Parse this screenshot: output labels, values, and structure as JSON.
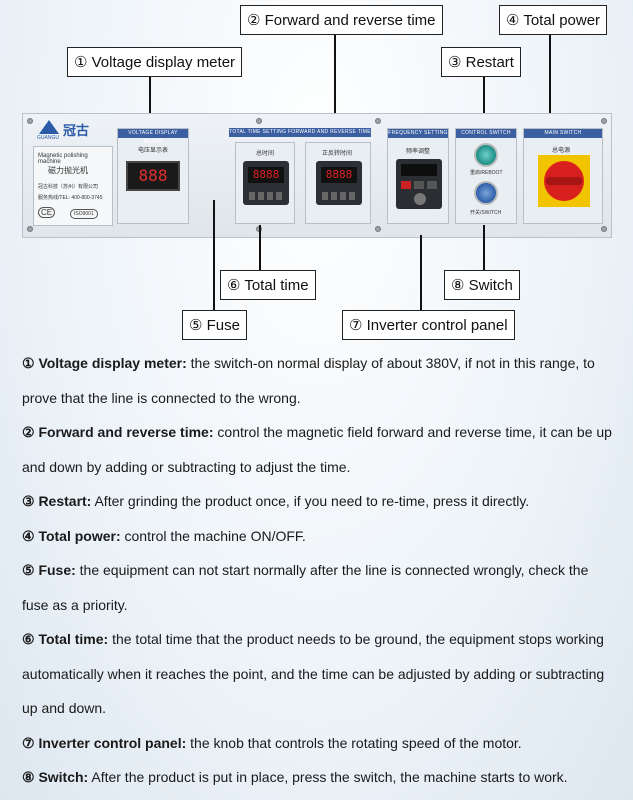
{
  "callouts": {
    "c1": "① Voltage display meter",
    "c2": "② Forward and reverse time",
    "c3": "③  Restart",
    "c4": "④ Total power",
    "c5": "⑤ Fuse",
    "c6": "⑥ Total time",
    "c7": "⑦ Inverter control panel",
    "c8": "⑧ Switch"
  },
  "panel": {
    "brand": "冠古",
    "brand_en": "GUANGU",
    "machine_en": "Magnetic polishing machine",
    "machine_cn": "磁力抛光机",
    "company": "冠古科技（苏州）有限公司",
    "service": "服务热线/TEL: 400-800-3745",
    "cert": "CE",
    "iso": "ISO9001",
    "voltage_title": "VOLTAGE DISPLAY METER",
    "voltage_label": "电压显示表",
    "voltage_display": "888",
    "time_title": "TOTAL TIME SETTING    FORWARD AND REVERSE TIME",
    "total_time_label": "总时间",
    "fr_time_label": "正反转时间",
    "timer_display": "8888",
    "freq_title": "FREQUENCY SETTING",
    "freq_label": "频率调整",
    "control_title": "CONTROL SWITCH",
    "reboot_label": "重启/REBOOT",
    "switch_label": "开关/SWITCH",
    "main_title": "MAIN SWITCH",
    "main_label": "总电源"
  },
  "descriptions": [
    {
      "term": "① Voltage display meter:",
      "text": " the switch-on normal display of about 380V, if not in this range, to prove that the line is connected to the wrong."
    },
    {
      "term": "② Forward and reverse time:",
      "text": " control the magnetic field forward and reverse time, it can be up and down by adding or subtracting to adjust the time."
    },
    {
      "term": "③ Restart:",
      "text": " After grinding the product once, if you need to re-time, press it directly."
    },
    {
      "term": "④ Total power:",
      "text": " control the machine ON/OFF."
    },
    {
      "term": "⑤ Fuse:",
      "text": " the equipment can not start normally after the line is connected wrongly, check the fuse as a priority."
    },
    {
      "term": "⑥ Total time:",
      "text": " the total time that the product needs to be ground, the equipment stops working automatically when it reaches the point, and the time can be adjusted by adding or subtracting up and down."
    },
    {
      "term": "⑦ Inverter control panel:",
      "text": " the knob that controls the rotating speed of the motor."
    },
    {
      "term": "⑧ Switch:",
      "text": " After the product is put in place, press the switch, the machine starts to work."
    }
  ]
}
